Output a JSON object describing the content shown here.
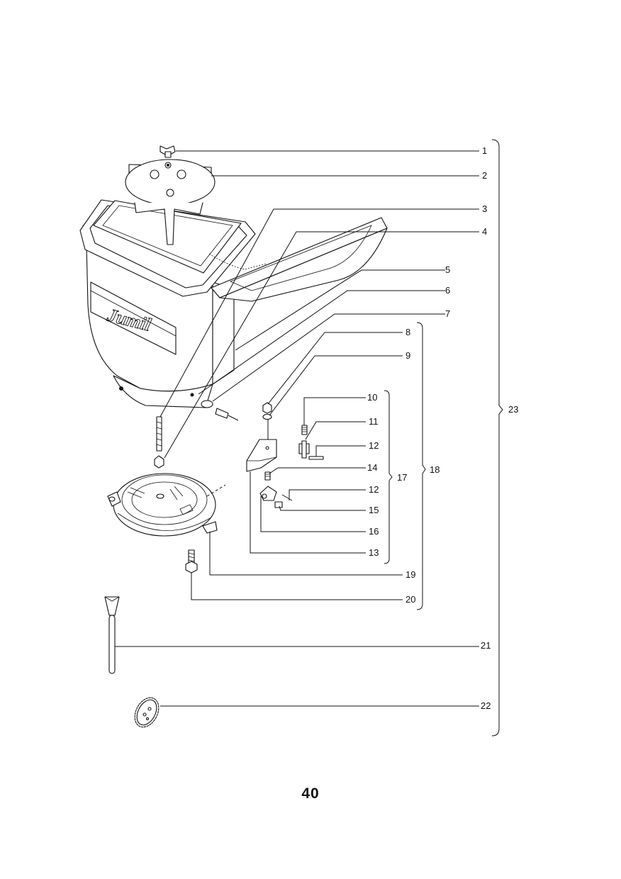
{
  "page": {
    "number": "40"
  },
  "callouts": [
    {
      "id": "c1",
      "label": "1"
    },
    {
      "id": "c2",
      "label": "2"
    },
    {
      "id": "c3",
      "label": "3"
    },
    {
      "id": "c4",
      "label": "4"
    },
    {
      "id": "c5",
      "label": "5"
    },
    {
      "id": "c6",
      "label": "6"
    },
    {
      "id": "c7",
      "label": "7"
    },
    {
      "id": "c8",
      "label": "8"
    },
    {
      "id": "c9",
      "label": "9"
    },
    {
      "id": "c10",
      "label": "10"
    },
    {
      "id": "c11",
      "label": "11"
    },
    {
      "id": "c12a",
      "label": "12"
    },
    {
      "id": "c14",
      "label": "14"
    },
    {
      "id": "c12b",
      "label": "12"
    },
    {
      "id": "c15",
      "label": "15"
    },
    {
      "id": "c16",
      "label": "16"
    },
    {
      "id": "c13",
      "label": "13"
    },
    {
      "id": "c19",
      "label": "19"
    },
    {
      "id": "c20",
      "label": "20"
    },
    {
      "id": "c21",
      "label": "21"
    },
    {
      "id": "c22",
      "label": "22"
    }
  ],
  "groups": [
    {
      "id": "g17",
      "label": "17"
    },
    {
      "id": "g18",
      "label": "18"
    },
    {
      "id": "g23",
      "label": "23"
    }
  ],
  "hopper": {
    "logo_text": "Jumil"
  }
}
